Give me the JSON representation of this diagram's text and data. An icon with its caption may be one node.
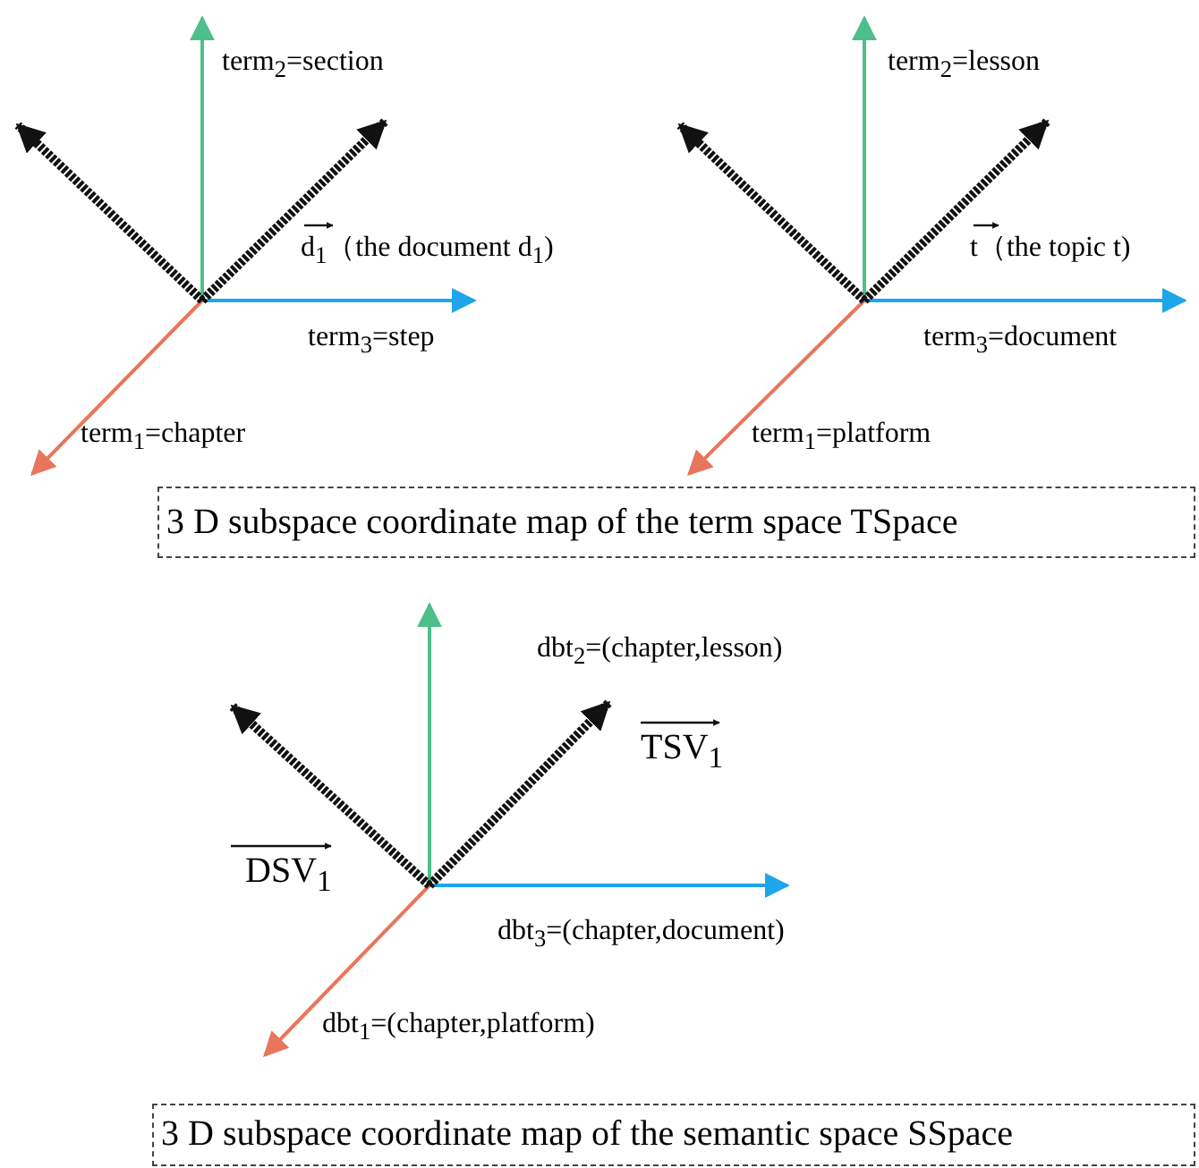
{
  "diagram": {
    "nodes": [
      {
        "text": [
          "3 D subspace coordinate map of the term space TSpace"
        ]
      },
      {
        "text": [
          "3 D subspace coordinate map of the semantic space SSpace"
        ]
      }
    ],
    "labels": [
      "term$_{2}$=section",
      "term$_{2}$=lesson",
      "d$_{1}$（the document d$_{1}$)",
      "t（the topic t)",
      "term$_{3}$=step",
      "term$_{3}$=document",
      "term$_{1}$=chapter",
      "term$_{1}$=platform",
      "dbt$_{2}$=(chapter,lesson)",
      "TSV$_{1}$",
      "DSV$_{1}$",
      "dbt$_{3}$=(chapter,document)",
      "dbt$_{1}$=(chapter,platform)"
    ]
  }
}
